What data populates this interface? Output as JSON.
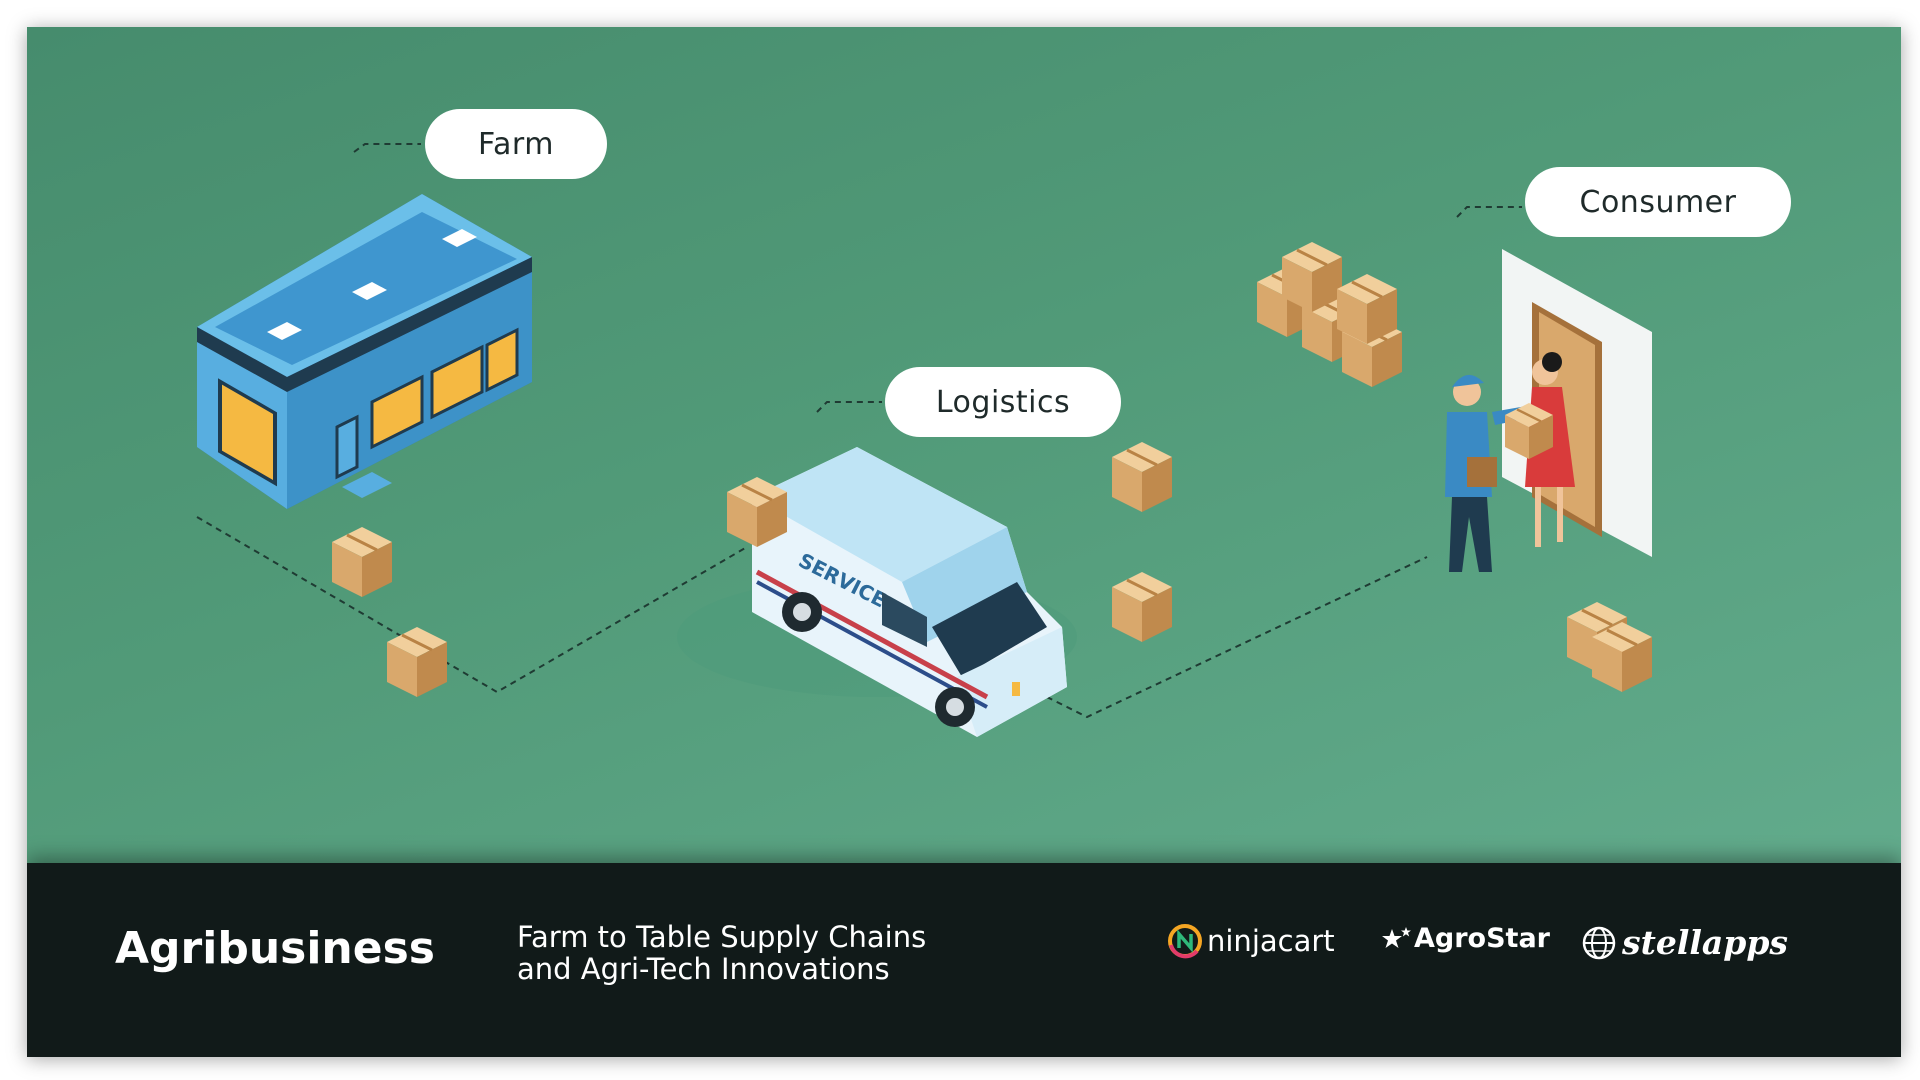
{
  "labels": {
    "farm": "Farm",
    "logistics": "Logistics",
    "consumer": "Consumer"
  },
  "van_text": "SERVICE",
  "footer": {
    "title": "Agribusiness",
    "tagline_line1": "Farm to Table Supply Chains",
    "tagline_line2": "and Agri-Tech Innovations",
    "logos": [
      {
        "name": "ninjacart",
        "icon": "ninjacart-n-icon"
      },
      {
        "name": "AgroStar",
        "icon": "stars-icon"
      },
      {
        "name": "stellapps",
        "icon": "globe-icon"
      }
    ]
  },
  "colors": {
    "background_green": "#519a78",
    "footer_bg": "#111a19",
    "building_blue": "#4aa3d6",
    "window_yellow": "#f5b942",
    "box_tan": "#d9a86c"
  }
}
